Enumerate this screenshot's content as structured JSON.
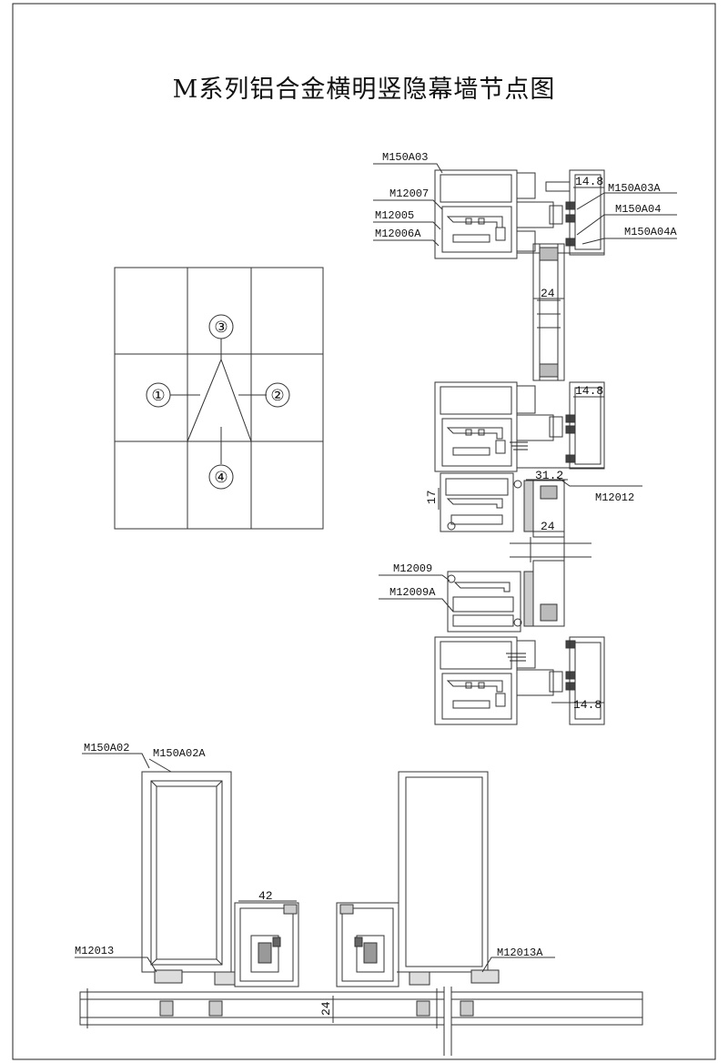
{
  "drawing": {
    "title": "M系列铝合金横明竖隐幕墙节点图"
  },
  "key_plan": {
    "markers": [
      "①",
      "②",
      "③",
      "④"
    ]
  },
  "vertical_section": {
    "labels": {
      "m150a03": "M150A03",
      "m12007": "M12007",
      "m12005": "M12005",
      "m12006a": "M12006A",
      "m150a03a": "M150A03A",
      "m150a04": "M150A04",
      "m150a04a": "M150A04A",
      "m12012": "M12012",
      "m12009": "M12009",
      "m12009a": "M12009A"
    },
    "dims": {
      "d14_8_top": "14.8",
      "d24_a": "24",
      "d14_8_mid": "14.8",
      "d31_2": "31.2",
      "d17": "17",
      "d24_b": "24",
      "d14_8_bot": "14.8"
    }
  },
  "horizontal_section": {
    "labels": {
      "m150a02": "M150A02",
      "m150a02a": "M150A02A",
      "m12013": "M12013",
      "m12013a": "M12013A"
    },
    "dims": {
      "d42": "42",
      "d24": "24"
    }
  }
}
